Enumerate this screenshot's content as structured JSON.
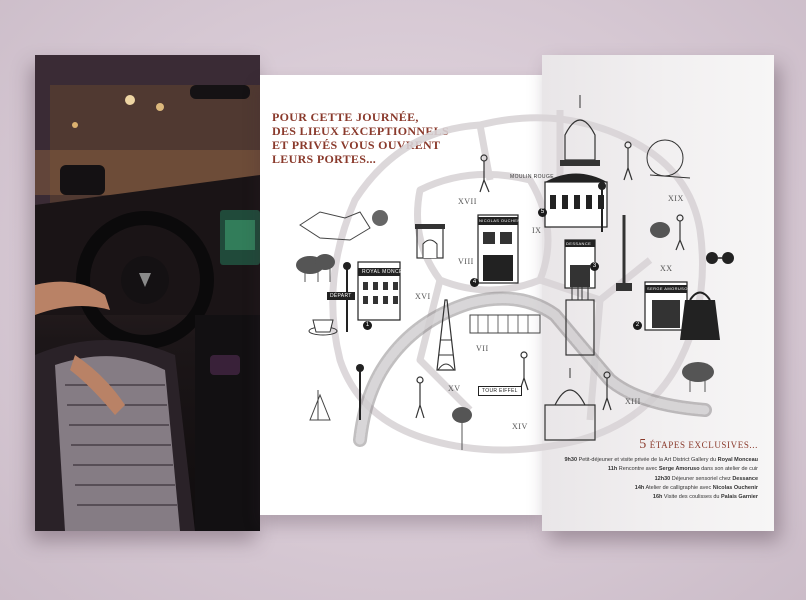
{
  "headline": [
    "POUR CETTE JOURNÉE,",
    "DES LIEUX EXCEPTIONNELS",
    "ET PRIVÉS VOUS OUVRENT",
    "LEURS PORTES..."
  ],
  "districts": [
    "XVII",
    "VIII",
    "XVI",
    "VII",
    "XV",
    "XIV",
    "XIX",
    "XX",
    "XIII",
    "IX"
  ],
  "labels": {
    "moulin": "MOULIN ROUGE",
    "depart": "DÉPART",
    "royal": "ROYAL MONCEAU",
    "ouchenir": "NICOLAS OUCHENIR",
    "tour": "TOUR EIFFEL",
    "dessance": "DESSANCE",
    "amoruso": "SERGE AMORUSO"
  },
  "badges": [
    "1",
    "2",
    "3",
    "4",
    "5"
  ],
  "steps": {
    "title_num": "5",
    "title": "ÉTAPES EXCLUSIVES...",
    "items": [
      {
        "time": "9h30",
        "text": "Petit-déjeuner et visite privée de la Art District Gallery du ",
        "strong": "Royal Monceau"
      },
      {
        "time": "11h",
        "text": "Rencontre avec ",
        "strong": "Serge Amoruso",
        "after": " dans son atelier de cuir"
      },
      {
        "time": "12h30",
        "text": "Déjeuner sensoriel chez ",
        "strong": "Dessance"
      },
      {
        "time": "14h",
        "text": "Atelier de calligraphie avec ",
        "strong": "Nicolas Ouchenir"
      },
      {
        "time": "16h",
        "text": "Visite des coulisses du ",
        "strong": "Palais Garnier"
      }
    ]
  },
  "colors": {
    "accent": "#8a3a2c",
    "background": "#d9ccd6"
  }
}
